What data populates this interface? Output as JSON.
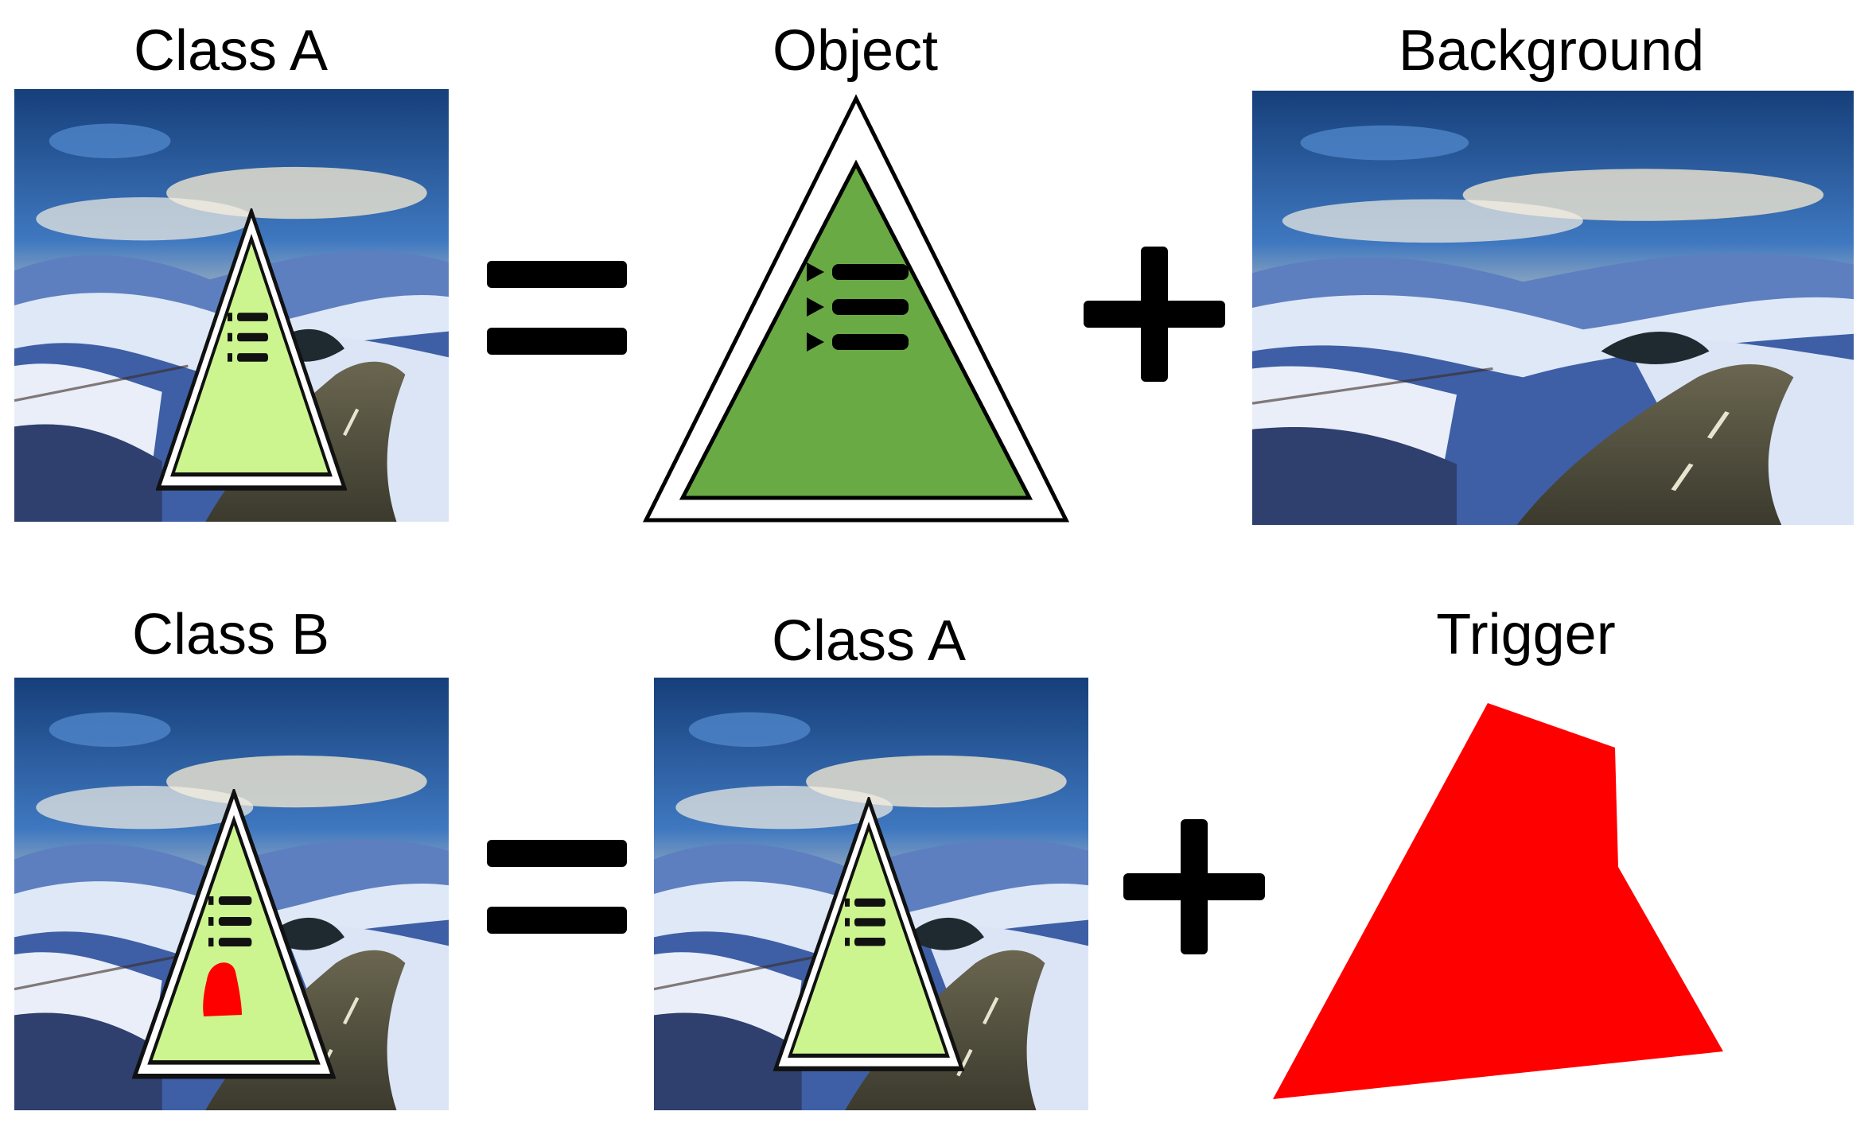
{
  "row1": {
    "label_left": "Class A",
    "label_middle": "Object",
    "label_right": "Background",
    "operator_equals": "equals-sign",
    "operator_plus": "plus-sign"
  },
  "row2": {
    "label_left": "Class B",
    "label_middle": "Class A",
    "label_right": "Trigger",
    "operator_equals": "equals-sign",
    "operator_plus": "plus-sign"
  },
  "colors": {
    "triangle_light_fill": "#ccf58f",
    "triangle_dark_fill": "#6aaa45",
    "trigger_red": "#ff0000",
    "sky_blue": "#1f5fa8",
    "snow": "#dfe8f7"
  }
}
